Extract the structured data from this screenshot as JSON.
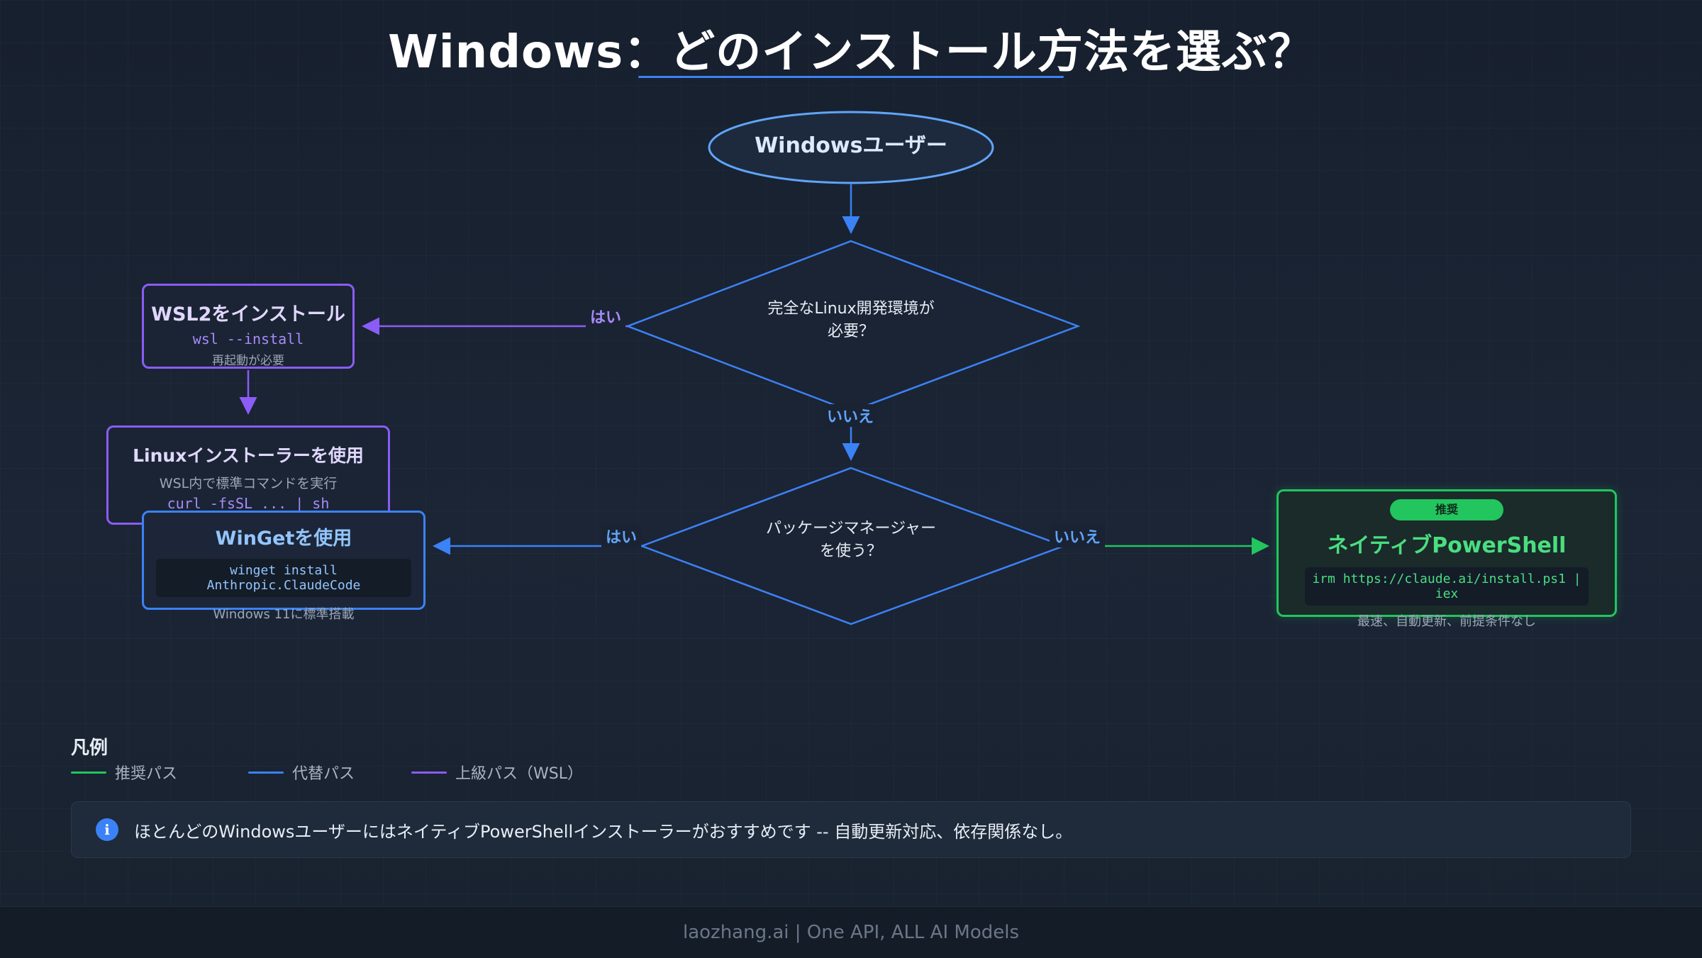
{
  "title": "Windows：どのインストール方法を選ぶ？",
  "colors": {
    "recommended": "#22c55e",
    "alternative": "#3b82f6",
    "advanced": "#8b5cf6",
    "background": "#1a2333"
  },
  "nodes": {
    "start": "Windowsユーザー",
    "decision1": "完全なLinux開発環境が\n必要？",
    "decision2": "パッケージマネージャー\nを使う？",
    "wsl2": {
      "title": "WSL2をインストール",
      "command": "wsl --install",
      "note": "再起動が必要"
    },
    "linux_installer": {
      "title": "Linuxインストーラーを使用",
      "note": "WSL内で標準コマンドを実行",
      "command": "curl -fsSL ... | sh"
    },
    "winget": {
      "title": "WinGetを使用",
      "command": "winget install Anthropic.ClaudeCode",
      "note": "Windows 11に標準搭載"
    },
    "powershell": {
      "badge": "推奨",
      "title": "ネイティブPowerShell",
      "command": "irm https://claude.ai/install.ps1 | iex",
      "note": "最速、自動更新、前提条件なし"
    }
  },
  "edges": {
    "yes1": "はい",
    "no1": "いいえ",
    "yes2": "はい",
    "no2": "いいえ"
  },
  "legend": {
    "title": "凡例",
    "recommended": "推奨パス",
    "alternative": "代替パス",
    "advanced": "上級パス（WSL）"
  },
  "note": "ほとんどのWindowsユーザーにはネイティブPowerShellインストーラーがおすすめです -- 自動更新対応、依存関係なし。",
  "footer": "laozhang.ai | One API, ALL AI Models"
}
